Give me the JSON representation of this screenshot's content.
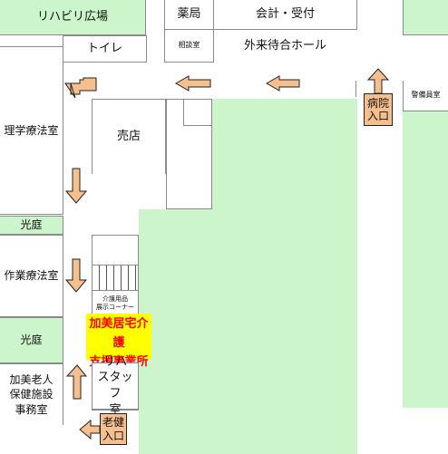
{
  "rooms": {
    "rehab_plaza": "リハビリ広場",
    "pharmacy": "薬局",
    "accounting_reception": "会計・受付",
    "toilet": "トイレ",
    "consultation_room": "相談室",
    "outpatient_hall": "外来待合ホール",
    "physical_therapy": "理学療法室",
    "shop": "売店",
    "security_room": "警備員室",
    "light_garden_top": "光庭",
    "occupational_therapy": "作業療法室",
    "care_goods_corner": "介護用品\n展示コーナー",
    "light_garden_bottom": "光庭",
    "care_office": "加美居宅介護\n支援事業所",
    "rehab_staff_room": "リハ\nスタッフ\n室",
    "elderly_facility_office": "加美老人\n保健施設\n事務室"
  },
  "entrances": {
    "hospital": "病院\n入口",
    "elderly_health": "老健\n入口"
  },
  "colors": {
    "garden_green": "#ccf5cc",
    "entrance_fill": "#f6c08e",
    "arrow_fill": "#f6c08e",
    "highlight_yellow": "#ffff00",
    "highlight_text": "#ff0000"
  }
}
